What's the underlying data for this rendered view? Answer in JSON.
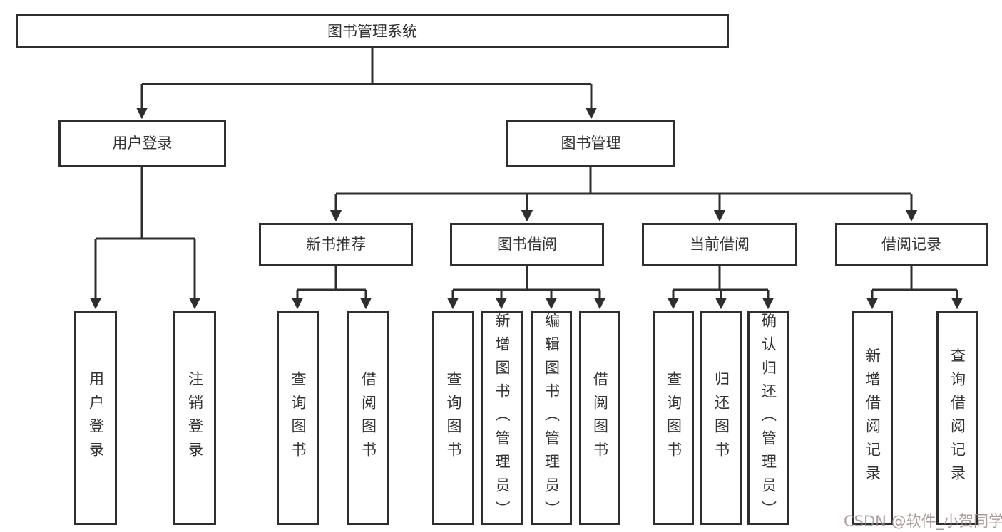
{
  "diagram_type": "hierarchy-tree",
  "nodes": {
    "root": "图书管理系统",
    "user_login": "用户登录",
    "book_management": "图书管理",
    "new_book_recommend": "新书推荐",
    "book_borrow": "图书借阅",
    "current_borrow": "当前借阅",
    "borrow_records": "借阅记录",
    "leaf_user_login": "用户登录",
    "leaf_logout": "注销登录",
    "nb_query_book": "查询图书",
    "nb_borrow_book": "借阅图书",
    "bb_query_book": "查询图书",
    "bb_add_book_admin": "新增图书（管理员）",
    "bb_edit_book_admin": "编辑图书（管理员）",
    "bb_borrow_book": "借阅图书",
    "cb_query_book": "查询图书",
    "cb_return_book": "归还图书",
    "cb_confirm_return_admin": "确认归还（管理员）",
    "br_add_record": "新增借阅记录",
    "br_query_record": "查询借阅记录"
  },
  "hierarchy": {
    "label": "图书管理系统",
    "children": [
      {
        "label": "用户登录",
        "children": [
          {
            "label": "用户登录"
          },
          {
            "label": "注销登录"
          }
        ]
      },
      {
        "label": "图书管理",
        "children": [
          {
            "label": "新书推荐",
            "children": [
              {
                "label": "查询图书"
              },
              {
                "label": "借阅图书"
              }
            ]
          },
          {
            "label": "图书借阅",
            "children": [
              {
                "label": "查询图书"
              },
              {
                "label": "新增图书（管理员）"
              },
              {
                "label": "编辑图书（管理员）"
              },
              {
                "label": "借阅图书"
              }
            ]
          },
          {
            "label": "当前借阅",
            "children": [
              {
                "label": "查询图书"
              },
              {
                "label": "归还图书"
              },
              {
                "label": "确认归还（管理员）"
              }
            ]
          },
          {
            "label": "借阅记录",
            "children": [
              {
                "label": "新增借阅记录"
              },
              {
                "label": "查询借阅记录"
              }
            ]
          }
        ]
      }
    ]
  },
  "watermark": {
    "text": "CSDN @软件_小贺同学"
  },
  "colors": {
    "line": "#2e2e2e",
    "box_border": "#2e2e2e",
    "text": "#333333",
    "background": "#ffffff",
    "watermark": "#968484"
  }
}
